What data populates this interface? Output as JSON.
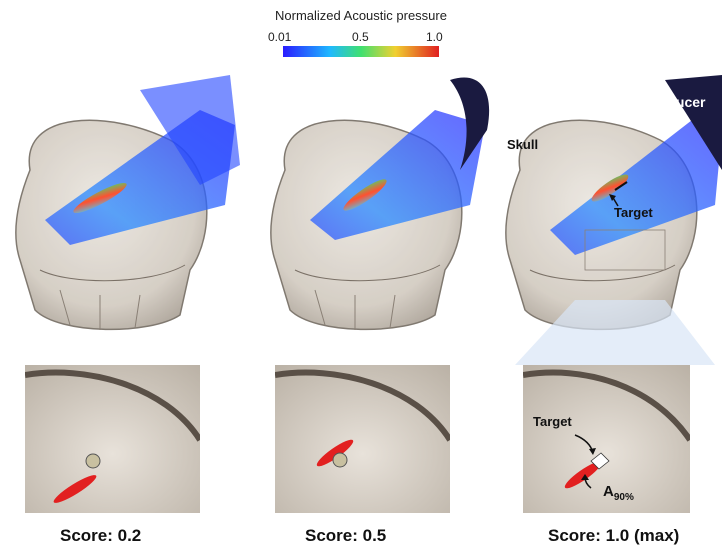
{
  "colorbar": {
    "title": "Normalized Acoustic pressure",
    "ticks": [
      "0.01",
      "0.5",
      "1.0"
    ],
    "colors": [
      "#2a1cff",
      "#1fb8ff",
      "#40e070",
      "#f0d030",
      "#e02020"
    ]
  },
  "panels": [
    {
      "score": "Score: 0.2"
    },
    {
      "score": "Score: 0.5"
    },
    {
      "score": "Score: 1.0 (max)"
    }
  ],
  "annotations": {
    "skull": "Skull",
    "transducer": "Transducer",
    "target_top": "Target",
    "target_bottom": "Target",
    "a90_main": "A",
    "a90_sub": "90%"
  }
}
